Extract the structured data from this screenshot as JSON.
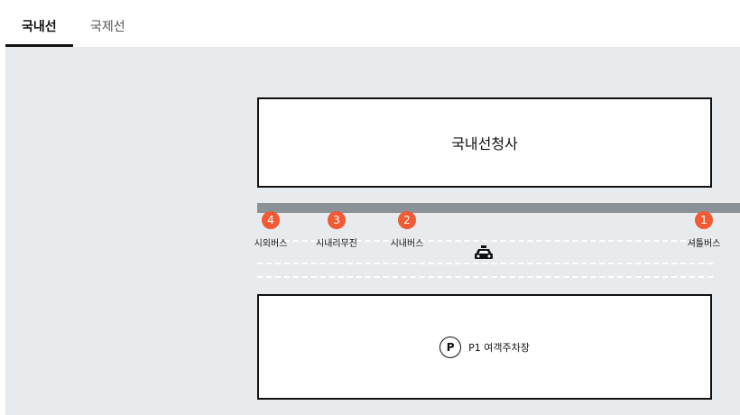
{
  "tabs": [
    {
      "label": "국내선",
      "active": true
    },
    {
      "label": "국제선",
      "active": false
    }
  ],
  "map": {
    "terminal_label": "국내선청사",
    "parking_symbol": "P",
    "parking_label": "P1 여객주차장",
    "stops": [
      {
        "num": "4",
        "label": "시외버스"
      },
      {
        "num": "3",
        "label": "시내리무진"
      },
      {
        "num": "2",
        "label": "시내버스"
      },
      {
        "num": "1",
        "label": "셔틀버스"
      }
    ],
    "taxi_icon": "taxi-icon",
    "stop_color": "#f05a35"
  }
}
